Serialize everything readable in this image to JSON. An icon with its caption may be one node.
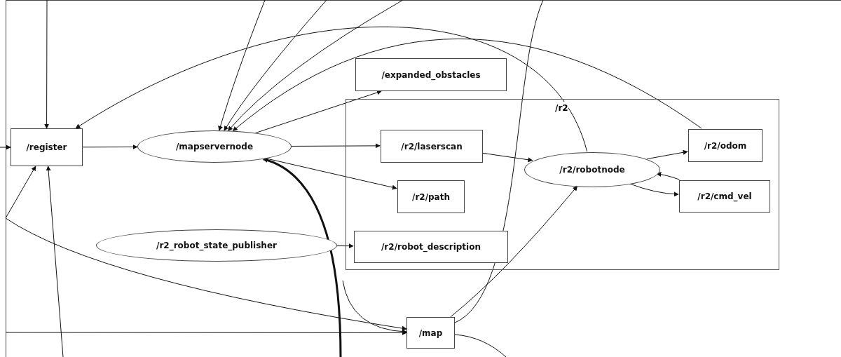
{
  "diagram": {
    "nodes": [
      {
        "text": [
          "/register"
        ]
      },
      {
        "text": [
          "/mapservernode"
        ]
      },
      {
        "text": [
          "/expanded_obstacles"
        ]
      },
      {
        "text": [
          "/r2"
        ]
      },
      {
        "text": [
          "/r2/laserscan"
        ],
        "in": 3
      },
      {
        "text": [
          "/r2/robotnode"
        ],
        "in": 3
      },
      {
        "text": [
          "/r2/odom"
        ],
        "in": 3
      },
      {
        "text": [
          "/r2/path"
        ],
        "in": 3
      },
      {
        "text": [
          "/r2/cmd_vel"
        ],
        "in": 3
      },
      {
        "text": [
          "/r2/robot_description"
        ],
        "in": 3
      },
      {
        "text": [
          "/r2_robot_state_publisher"
        ]
      },
      {
        "text": [
          "/map"
        ]
      }
    ],
    "edges": [
      {
        "from": 0,
        "to": 1,
        "arrow": "to"
      },
      {
        "from": 1,
        "to": 2,
        "arrow": "to"
      },
      {
        "from": 1,
        "to": 4,
        "arrow": "to"
      },
      {
        "from": 1,
        "to": 7,
        "arrow": "to"
      },
      {
        "from": 4,
        "to": 5,
        "arrow": "to"
      },
      {
        "from": 5,
        "to": 6,
        "arrow": "to"
      },
      {
        "from": 5,
        "to": 8,
        "arrow": "to"
      },
      {
        "from": 8,
        "to": 5,
        "arrow": "to"
      },
      {
        "from": 10,
        "to": 9,
        "arrow": "to"
      },
      {
        "from": 11,
        "to": 5,
        "arrow": "to"
      },
      {
        "from": 6,
        "to": 1,
        "arrow": "to"
      },
      {
        "from": 5,
        "to": 0,
        "arrow": "to"
      },
      {
        "from": null,
        "to": 1,
        "arrow": "to",
        "style": "thick"
      },
      {
        "from": null,
        "to": 1,
        "arrow": "to"
      },
      {
        "from": null,
        "to": 1,
        "arrow": "to"
      },
      {
        "from": null,
        "to": 1,
        "arrow": "to"
      },
      {
        "from": null,
        "to": 0,
        "arrow": "to"
      },
      {
        "from": null,
        "to": 0,
        "arrow": "to"
      },
      {
        "from": null,
        "to": 0,
        "arrow": "to"
      },
      {
        "from": null,
        "to": 0,
        "arrow": "to"
      },
      {
        "from": null,
        "to": 11,
        "arrow": "to"
      },
      {
        "from": null,
        "to": 11,
        "arrow": "to"
      },
      {
        "from": null,
        "to": 11,
        "arrow": "to"
      },
      {
        "from": 11,
        "to": null,
        "arrow": "none"
      },
      {
        "from": 11,
        "to": null,
        "arrow": "none"
      }
    ]
  }
}
